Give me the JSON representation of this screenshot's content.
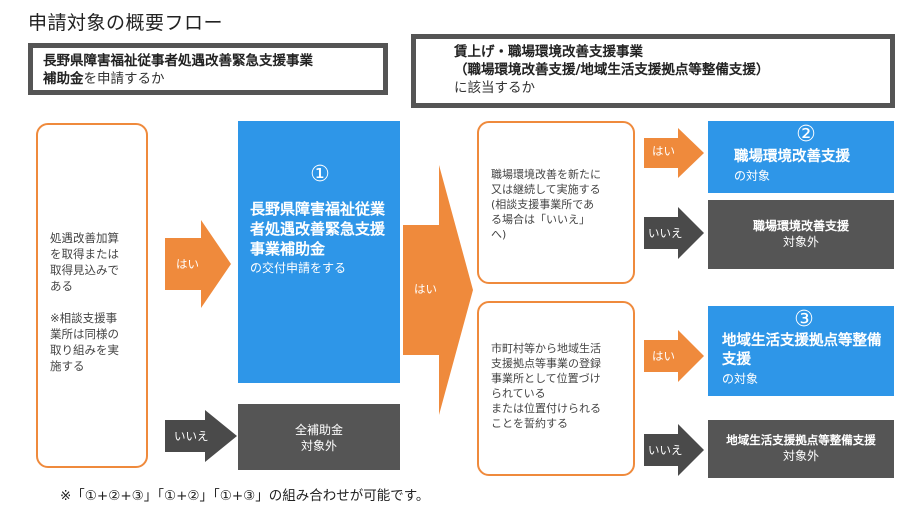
{
  "title": "申請対象の概要フロー",
  "header_left": {
    "line1": "長野県障害福祉従事者処遇改善緊急支援事業",
    "line2_bold": "補助金",
    "line2_rest": "を申請するか"
  },
  "header_right": {
    "line1": "賃上げ・職場環境改善支援事業",
    "line2": "（職場環境改善支援/地域生活支援拠点等整備支援）",
    "line3": "に該当するか"
  },
  "left_condition": "処遇改善加算\nを取得または\n取得見込みで\nある\n\n※相談支援事\n業所は同様の\n取り組みを実\n施する",
  "labels": {
    "yes": "はい",
    "no": "いいえ"
  },
  "box1": {
    "number": "①",
    "name": "長野県障害福祉従業者処遇改善緊急支援事業補助金",
    "suffix": "の交付申請をする"
  },
  "all_excluded": {
    "line1": "全補助金",
    "line2": "対象外"
  },
  "cond_upper": "職場環境改善を新たに\n又は継続して実施する\n(相談支援事業所であ\nる場合は「いいえ」\nへ)",
  "cond_lower": "市町村等から地域生活\n支援拠点等事業の登録\n事業所として位置づけ\nられている\nまたは位置付けられる\nことを誓約する",
  "box2": {
    "number": "②",
    "name": "職場環境改善支援",
    "suffix": "の対象"
  },
  "box2_no": {
    "line1": "職場環境改善支援",
    "line2": "対象外"
  },
  "box3": {
    "number": "③",
    "name": "地域生活支援拠点等整備支援",
    "suffix": "の対象"
  },
  "box3_no": {
    "line1": "地域生活支援拠点等整備支援",
    "line2": "対象外"
  },
  "footer": "※「①+②+③」「①+②」「①+③」の組み合わせが可能です。",
  "colors": {
    "orange": "#ef8a3c",
    "blue": "#2e96e8",
    "dark": "#555555",
    "grey_arrow": "#4a4a4a"
  }
}
